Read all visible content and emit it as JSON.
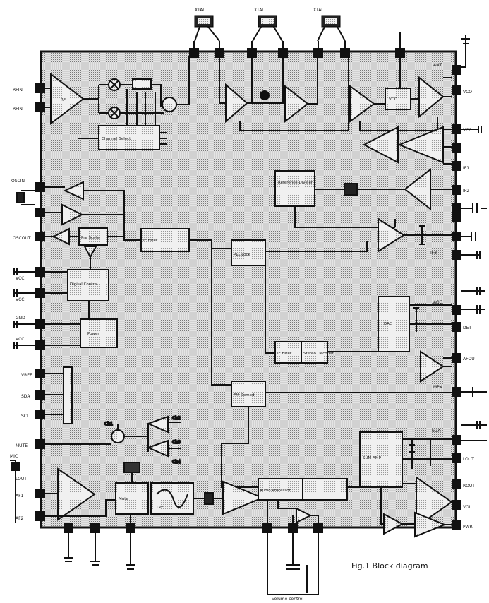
{
  "figure": {
    "caption": "Fig.1 Block diagram",
    "external_labels": [
      "XTAL",
      "XTAL",
      "XTAL",
      "MIC",
      "Volume control"
    ],
    "pin_labels_left": [
      "RFIN",
      "RFIN",
      "OSCIN",
      "OSCOUT",
      "VCC",
      "VCC",
      "GND",
      "VCC",
      "VREF",
      "SDA",
      "SCL",
      "MUTE",
      "AF1",
      "AF2",
      "LOUT"
    ],
    "pin_labels_right": [
      "ANT",
      "VCO",
      "VCC",
      "IF1",
      "IF2",
      "IF3",
      "AGC",
      "DET",
      "AFOUT",
      "MPX",
      "SDA",
      "LOUT",
      "ROUT",
      "VOL",
      "PWR"
    ],
    "blocks": {
      "lna": "RF",
      "vco": "VCO",
      "ref_divider": "Reference Divider",
      "prescaler": "Pre Scaler",
      "digital_ctrl": "Digital Control",
      "power": "Power",
      "pll_lock": "PLL Lock",
      "channel_select": "Channel Select",
      "if_filter1": "IF Filter",
      "if_filter2": "IF Filter",
      "fm_demod": "FM Demod",
      "stereo_dec": "Stereo Decoder",
      "audio_proc": "Audio Processor",
      "sum_amp": "SUM AMP",
      "dac": "DAC",
      "lpf": "LPF",
      "mute_block": "Mute"
    },
    "mux_labels": [
      "Ch1",
      "Ch2",
      "Ch3",
      "Ch4"
    ]
  }
}
